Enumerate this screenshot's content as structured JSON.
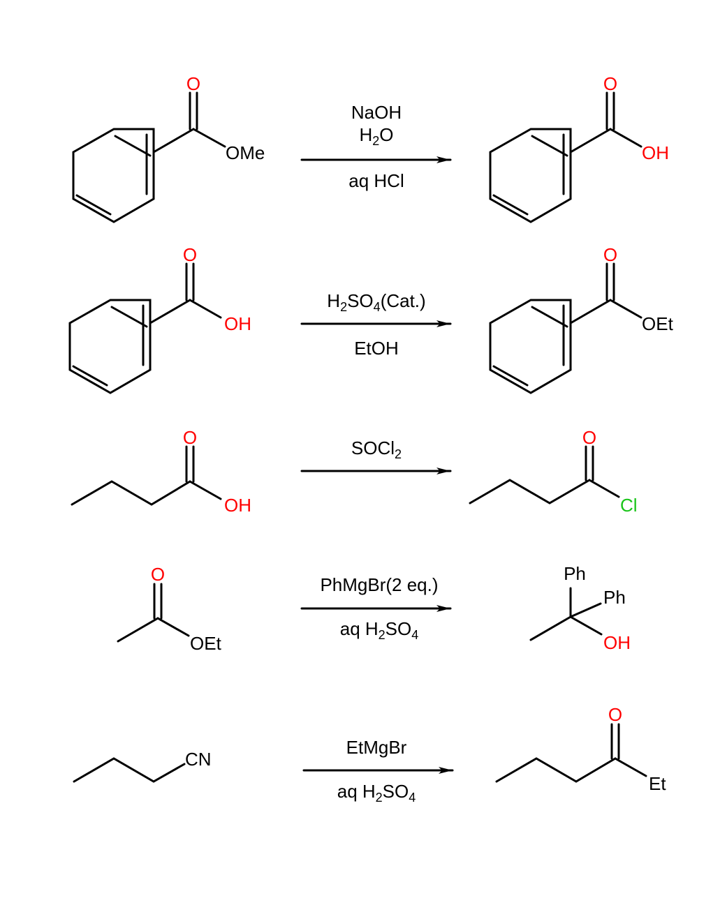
{
  "colors": {
    "oxygen": "#ff0000",
    "chlorine": "#19c419",
    "ink": "#000000"
  },
  "reactions": [
    {
      "reactant": {
        "o": "O",
        "group": "OMe"
      },
      "reagents_above": [
        "NaOH",
        "H2O"
      ],
      "reagents_below": [
        "aq HCl"
      ],
      "product": {
        "o": "O",
        "group": "OH"
      }
    },
    {
      "reactant": {
        "o": "O",
        "group": "OH"
      },
      "reagent_above": {
        "a": "H",
        "b": "2",
        "c": "SO",
        "d": "4",
        "e": "(Cat.)"
      },
      "reagent_below": "EtOH",
      "product": {
        "o": "O",
        "group": "OEt"
      }
    },
    {
      "reactant": {
        "o": "O",
        "group": "OH"
      },
      "reagent_above": {
        "a": "SOCl",
        "b": "2"
      },
      "product": {
        "o": "O",
        "group": "Cl"
      }
    },
    {
      "reactant": {
        "o": "O",
        "group": "OEt"
      },
      "reagent_above": "PhMgBr(2 eq.)",
      "reagent_below": {
        "a": "aq H",
        "b": "2",
        "c": "SO",
        "d": "4"
      },
      "product": {
        "ph1": "Ph",
        "ph2": "Ph",
        "oh": "OH"
      }
    },
    {
      "reactant": {
        "group": "CN"
      },
      "reagent_above": "EtMgBr",
      "reagent_below": {
        "a": "aq H",
        "b": "2",
        "c": "SO",
        "d": "4"
      },
      "product": {
        "o": "O",
        "group": "Et"
      }
    }
  ]
}
